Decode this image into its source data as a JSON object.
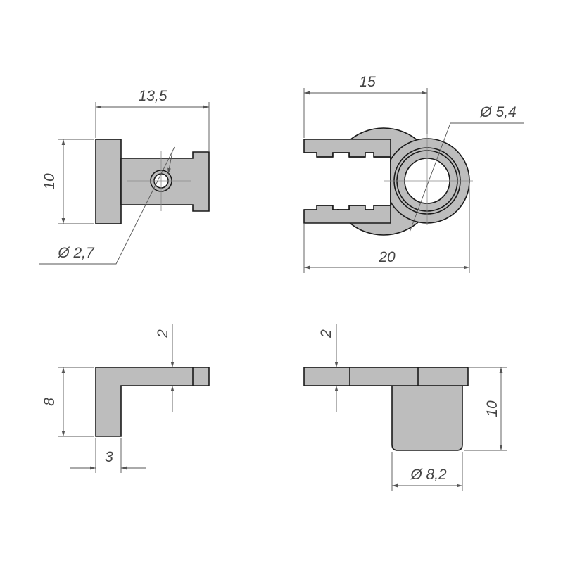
{
  "dimensions": {
    "top_left_width": "13,5",
    "top_left_height": "10",
    "top_left_hole": "Ø 2,7",
    "top_right_slot": "15",
    "top_right_length": "20",
    "top_right_hole": "Ø 5,4",
    "bottom_left_thickness": "2",
    "bottom_left_height": "8",
    "bottom_left_flange": "3",
    "bottom_right_thickness": "2",
    "bottom_right_height": "10",
    "bottom_right_diameter": "Ø 8,2"
  },
  "colors": {
    "part_fill": "#bdbdbd",
    "outline": "#1a1a1a"
  }
}
